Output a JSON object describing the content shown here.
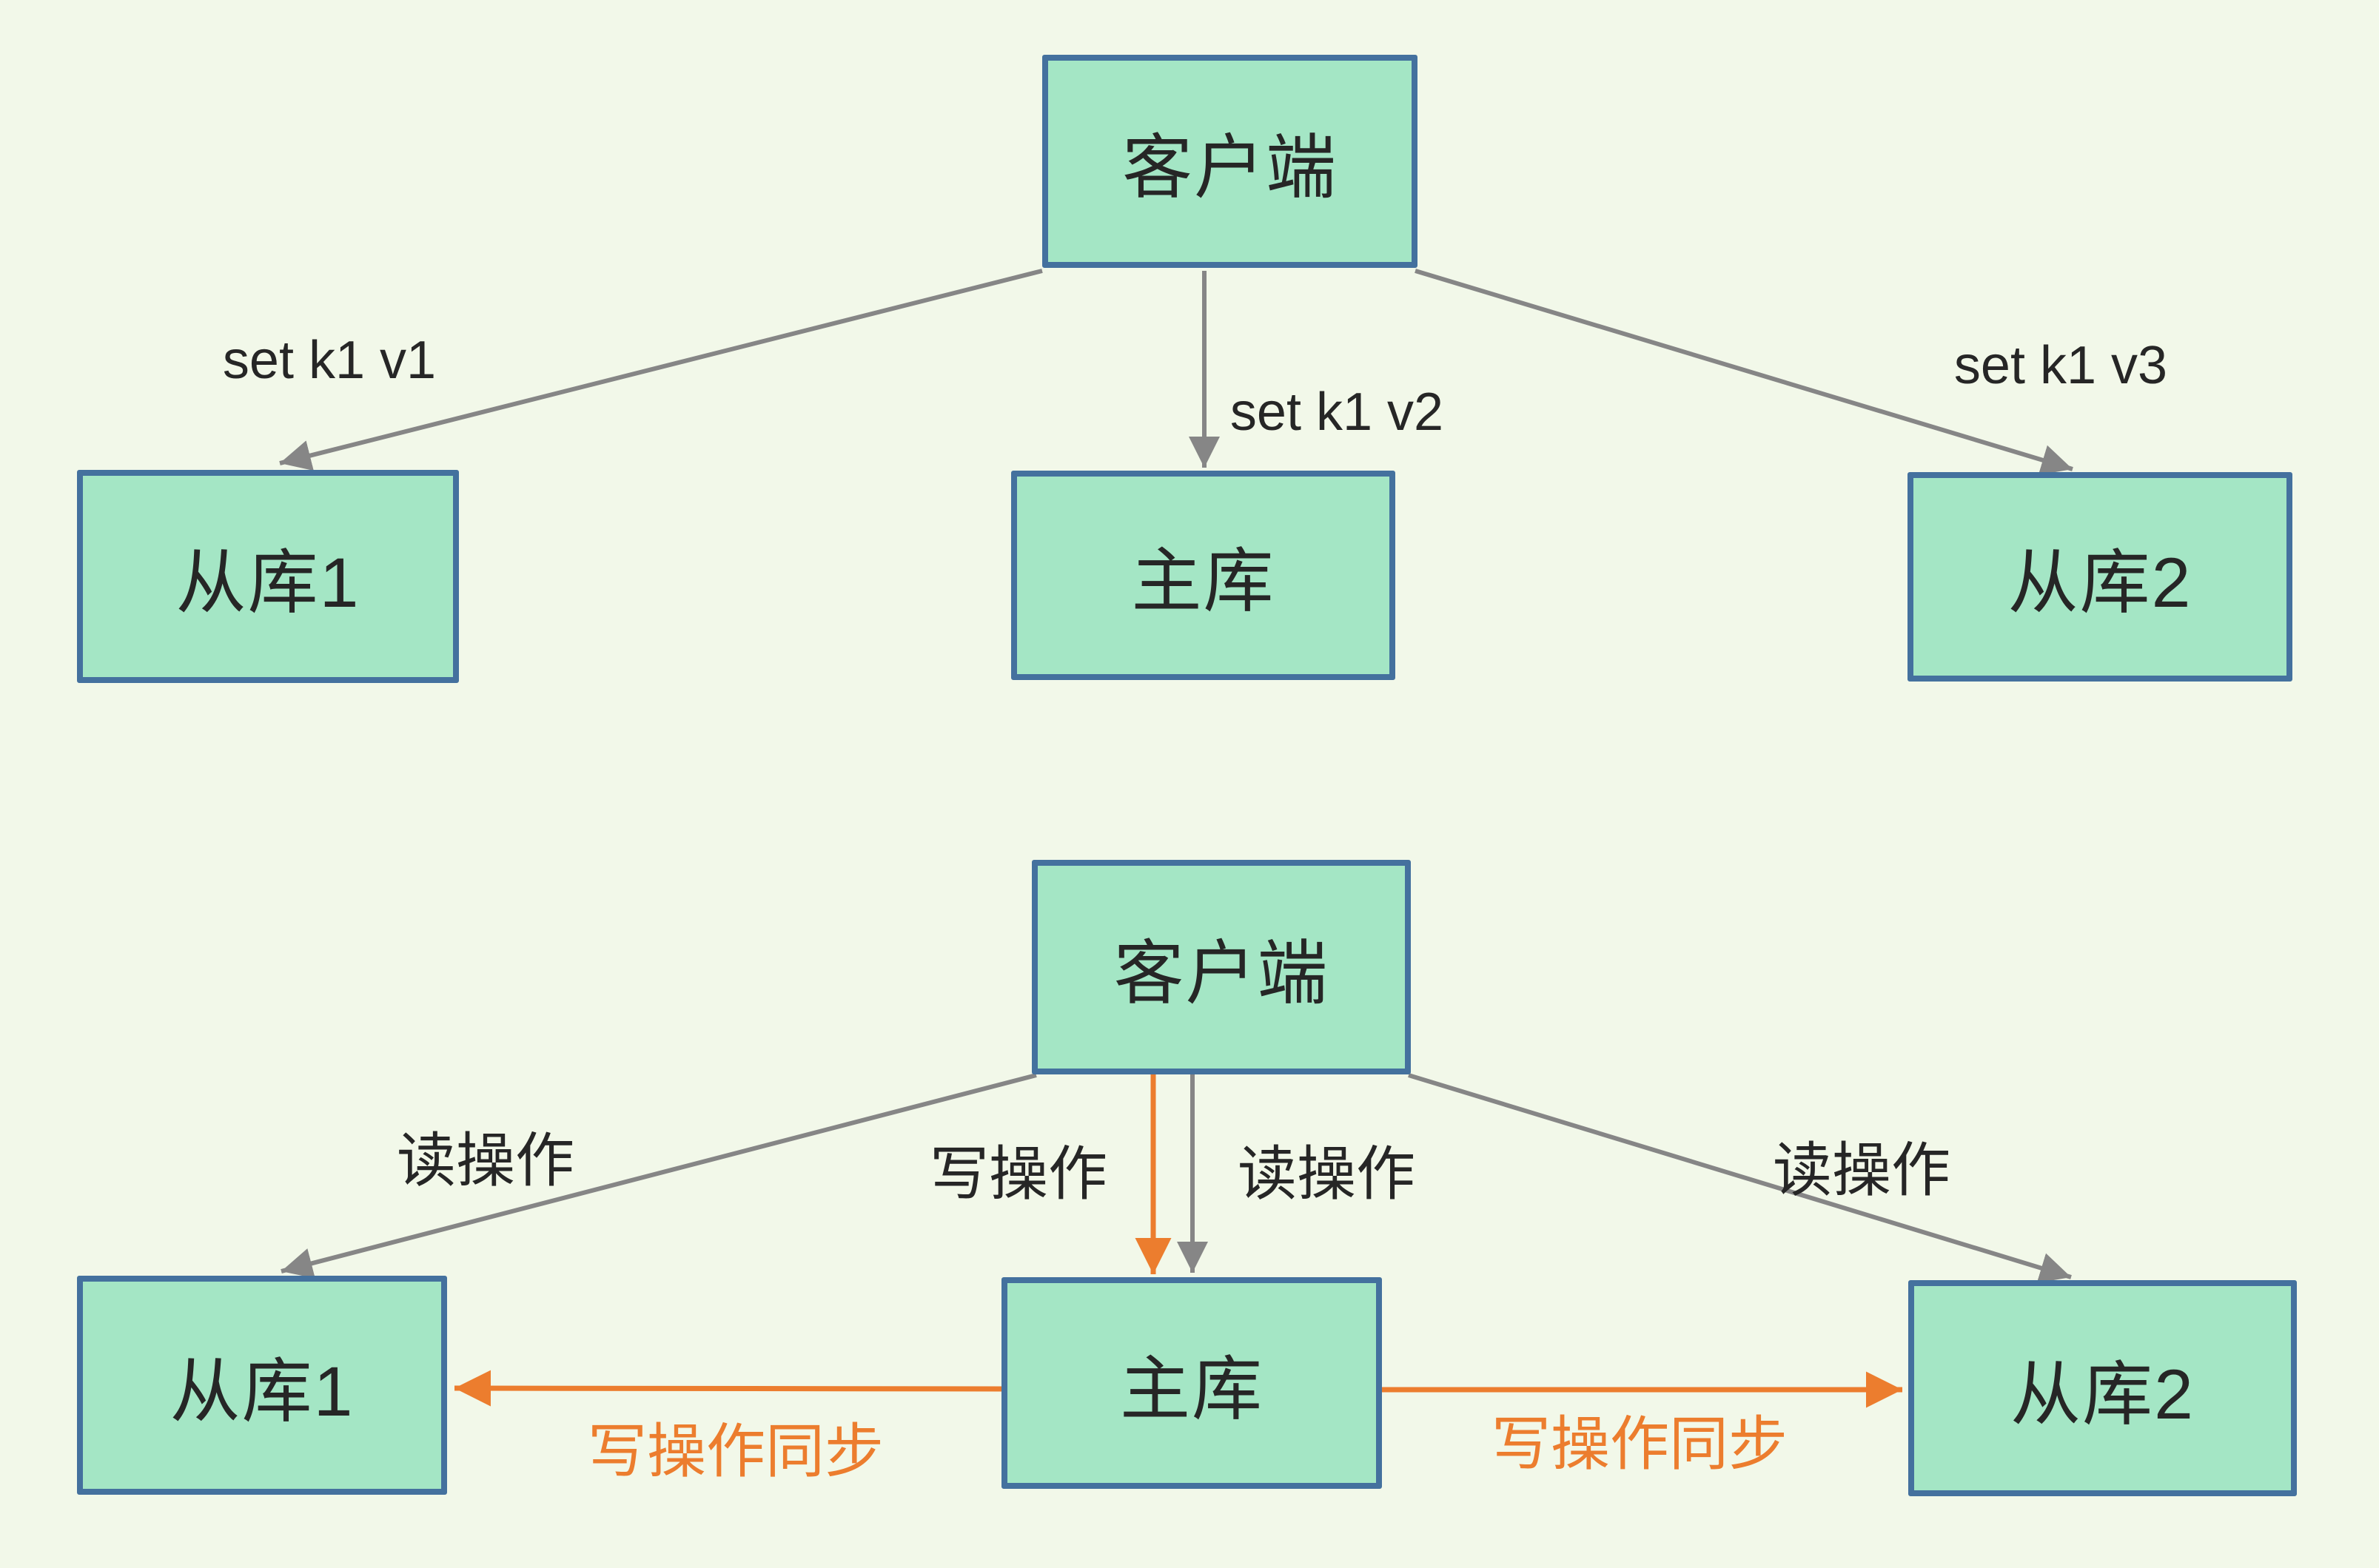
{
  "colors": {
    "background": "#f2f8e9",
    "node_fill": "#a4e6c5",
    "node_border": "#44719e",
    "arrow_gray": "#868686",
    "arrow_orange": "#ec7d2e",
    "text": "#262626"
  },
  "diagram_top": {
    "client": "客户端",
    "slave1": "从库1",
    "master": "主库",
    "slave2": "从库2",
    "edge_labels": {
      "to_slave1": "set k1 v1",
      "to_master": "set k1 v2",
      "to_slave2": "set k1 v3"
    }
  },
  "diagram_bottom": {
    "client": "客户端",
    "slave1": "从库1",
    "master": "主库",
    "slave2": "从库2",
    "edge_labels": {
      "read_to_slave1": "读操作",
      "write_to_master": "写操作",
      "read_to_master": "读操作",
      "read_to_slave2": "读操作",
      "sync_to_slave1": "写操作同步",
      "sync_to_slave2": "写操作同步"
    }
  }
}
